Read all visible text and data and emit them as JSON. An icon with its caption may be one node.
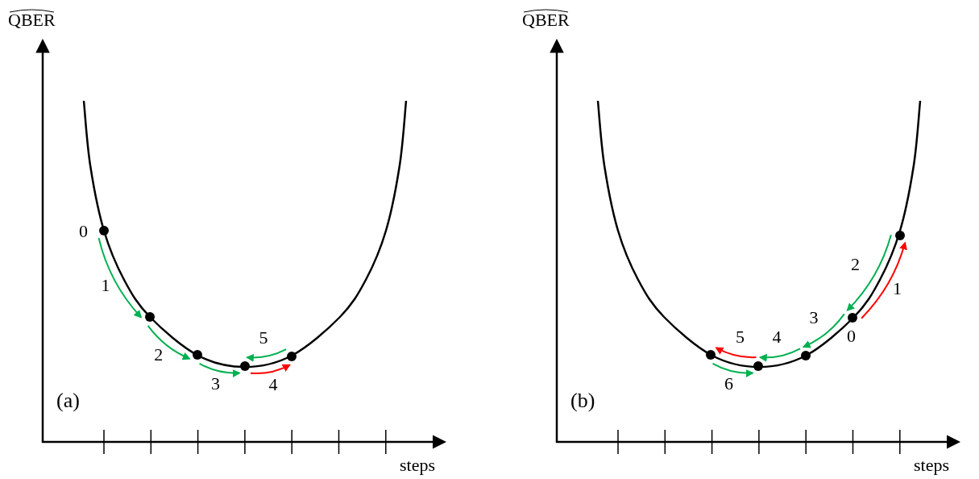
{
  "diagram": {
    "nodes": [
      {
        "text": [],
        "shape": "circle",
        "beside": [
          "0"
        ]
      },
      {
        "text": [],
        "shape": "circle"
      },
      {
        "text": [],
        "shape": "circle"
      },
      {
        "text": [],
        "shape": "circle"
      },
      {
        "text": [],
        "shape": "circle"
      },
      {
        "text": [],
        "shape": "circle"
      },
      {
        "text": [],
        "shape": "circle"
      },
      {
        "text": [],
        "shape": "circle"
      },
      {
        "text": [],
        "shape": "circle",
        "beside": [
          "0"
        ]
      },
      {
        "text": [],
        "shape": "circle"
      }
    ],
    "edges": [
      {
        "from": 0,
        "to": 1,
        "arrow": "to",
        "label": "1"
      },
      {
        "from": 1,
        "to": 2,
        "arrow": "to",
        "label": "2"
      },
      {
        "from": 2,
        "to": 3,
        "arrow": "to",
        "label": "3"
      },
      {
        "from": 3,
        "to": 4,
        "arrow": "to",
        "label": "4",
        "color": "#ff0000"
      },
      {
        "from": 4,
        "to": 3,
        "arrow": "to",
        "label": "5"
      },
      {
        "from": 8,
        "to": 9,
        "arrow": "to",
        "label": "1",
        "color": "#ff0000"
      },
      {
        "from": 9,
        "to": 8,
        "arrow": "to",
        "label": "2"
      },
      {
        "from": 8,
        "to": 7,
        "arrow": "to",
        "label": "3"
      },
      {
        "from": 7,
        "to": 6,
        "arrow": "to",
        "label": "4"
      },
      {
        "from": 6,
        "to": 5,
        "arrow": "to",
        "label": "5",
        "color": "#ff0000"
      },
      {
        "from": 5,
        "to": 6,
        "arrow": "to",
        "label": "6"
      }
    ],
    "labels": [
      "QBER",
      "QBER",
      "(a)",
      "(b)",
      "steps",
      "steps"
    ]
  }
}
